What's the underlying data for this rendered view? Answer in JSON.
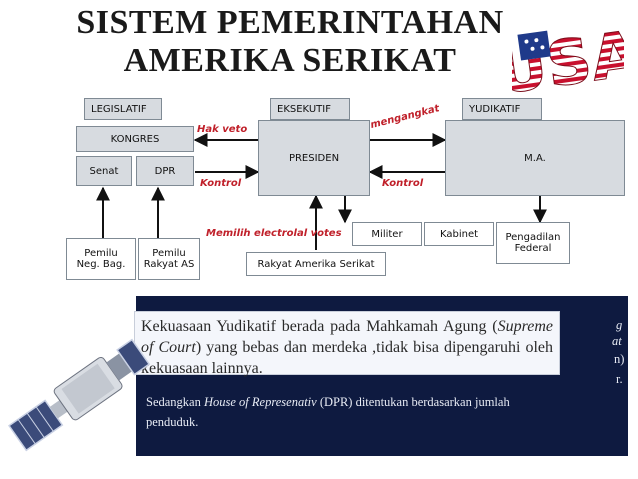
{
  "title": {
    "line1": "SISTEM PEMERINTAHAN",
    "line2": "AMERIKA SERIKAT"
  },
  "flag_badge": {
    "text": "USA",
    "icon": "usa-flag-letters-icon"
  },
  "diagram": {
    "legislatif_header": "LEGISLATIF",
    "kongres": "KONGRES",
    "senat": "Senat",
    "dpr": "DPR",
    "eksekutif_header": "EKSEKUTIF",
    "presiden": "PRESIDEN",
    "yudikatif_header": "YUDIKATIF",
    "ma": "M.A.",
    "pemilu_neg_line1": "Pemilu",
    "pemilu_neg_line2": "Neg. Bag.",
    "pemilu_rak_line1": "Pemilu",
    "pemilu_rak_line2": "Rakyat AS",
    "rakyat": "Rakyat Amerika Serikat",
    "militer": "Militer",
    "kabinet": "Kabinet",
    "pengadilan_line1": "Pengadilan",
    "pengadilan_line2": "Federal",
    "labels": {
      "hak_veto": "Hak veto",
      "mengangkat": "mengangkat",
      "kontrol_left": "Kontrol",
      "kontrol_right": "Kontrol",
      "memilih": "Memilih electrolal votes"
    },
    "colors": {
      "arrow": "#111111",
      "label": "#c0202a",
      "box_border": "#7f8a94",
      "header_fill": "#d7dbe0"
    }
  },
  "panel": {
    "callout_part1": "Kekuasaan Yudikatif berada pada Mahkamah Agung (",
    "callout_italic": "Supreme of Court",
    "callout_part2": ") yang  bebas dan merdeka ,tidak bisa dipengaruhi oleh kekuasaan lainnya.",
    "bg_line1_a": "Sedangkan ",
    "bg_line1_italic": "House of Represenativ",
    "bg_line1_b": " (DPR) ditentukan berdasarkan jumlah",
    "bg_line2": "penduduk.",
    "edge_g": "g",
    "edge_at": "at",
    "edge_n": "n)",
    "edge_r": "r.",
    "colors": {
      "panel_bg": "#0e1a40",
      "callout_bg": "#f4f6fb"
    }
  }
}
